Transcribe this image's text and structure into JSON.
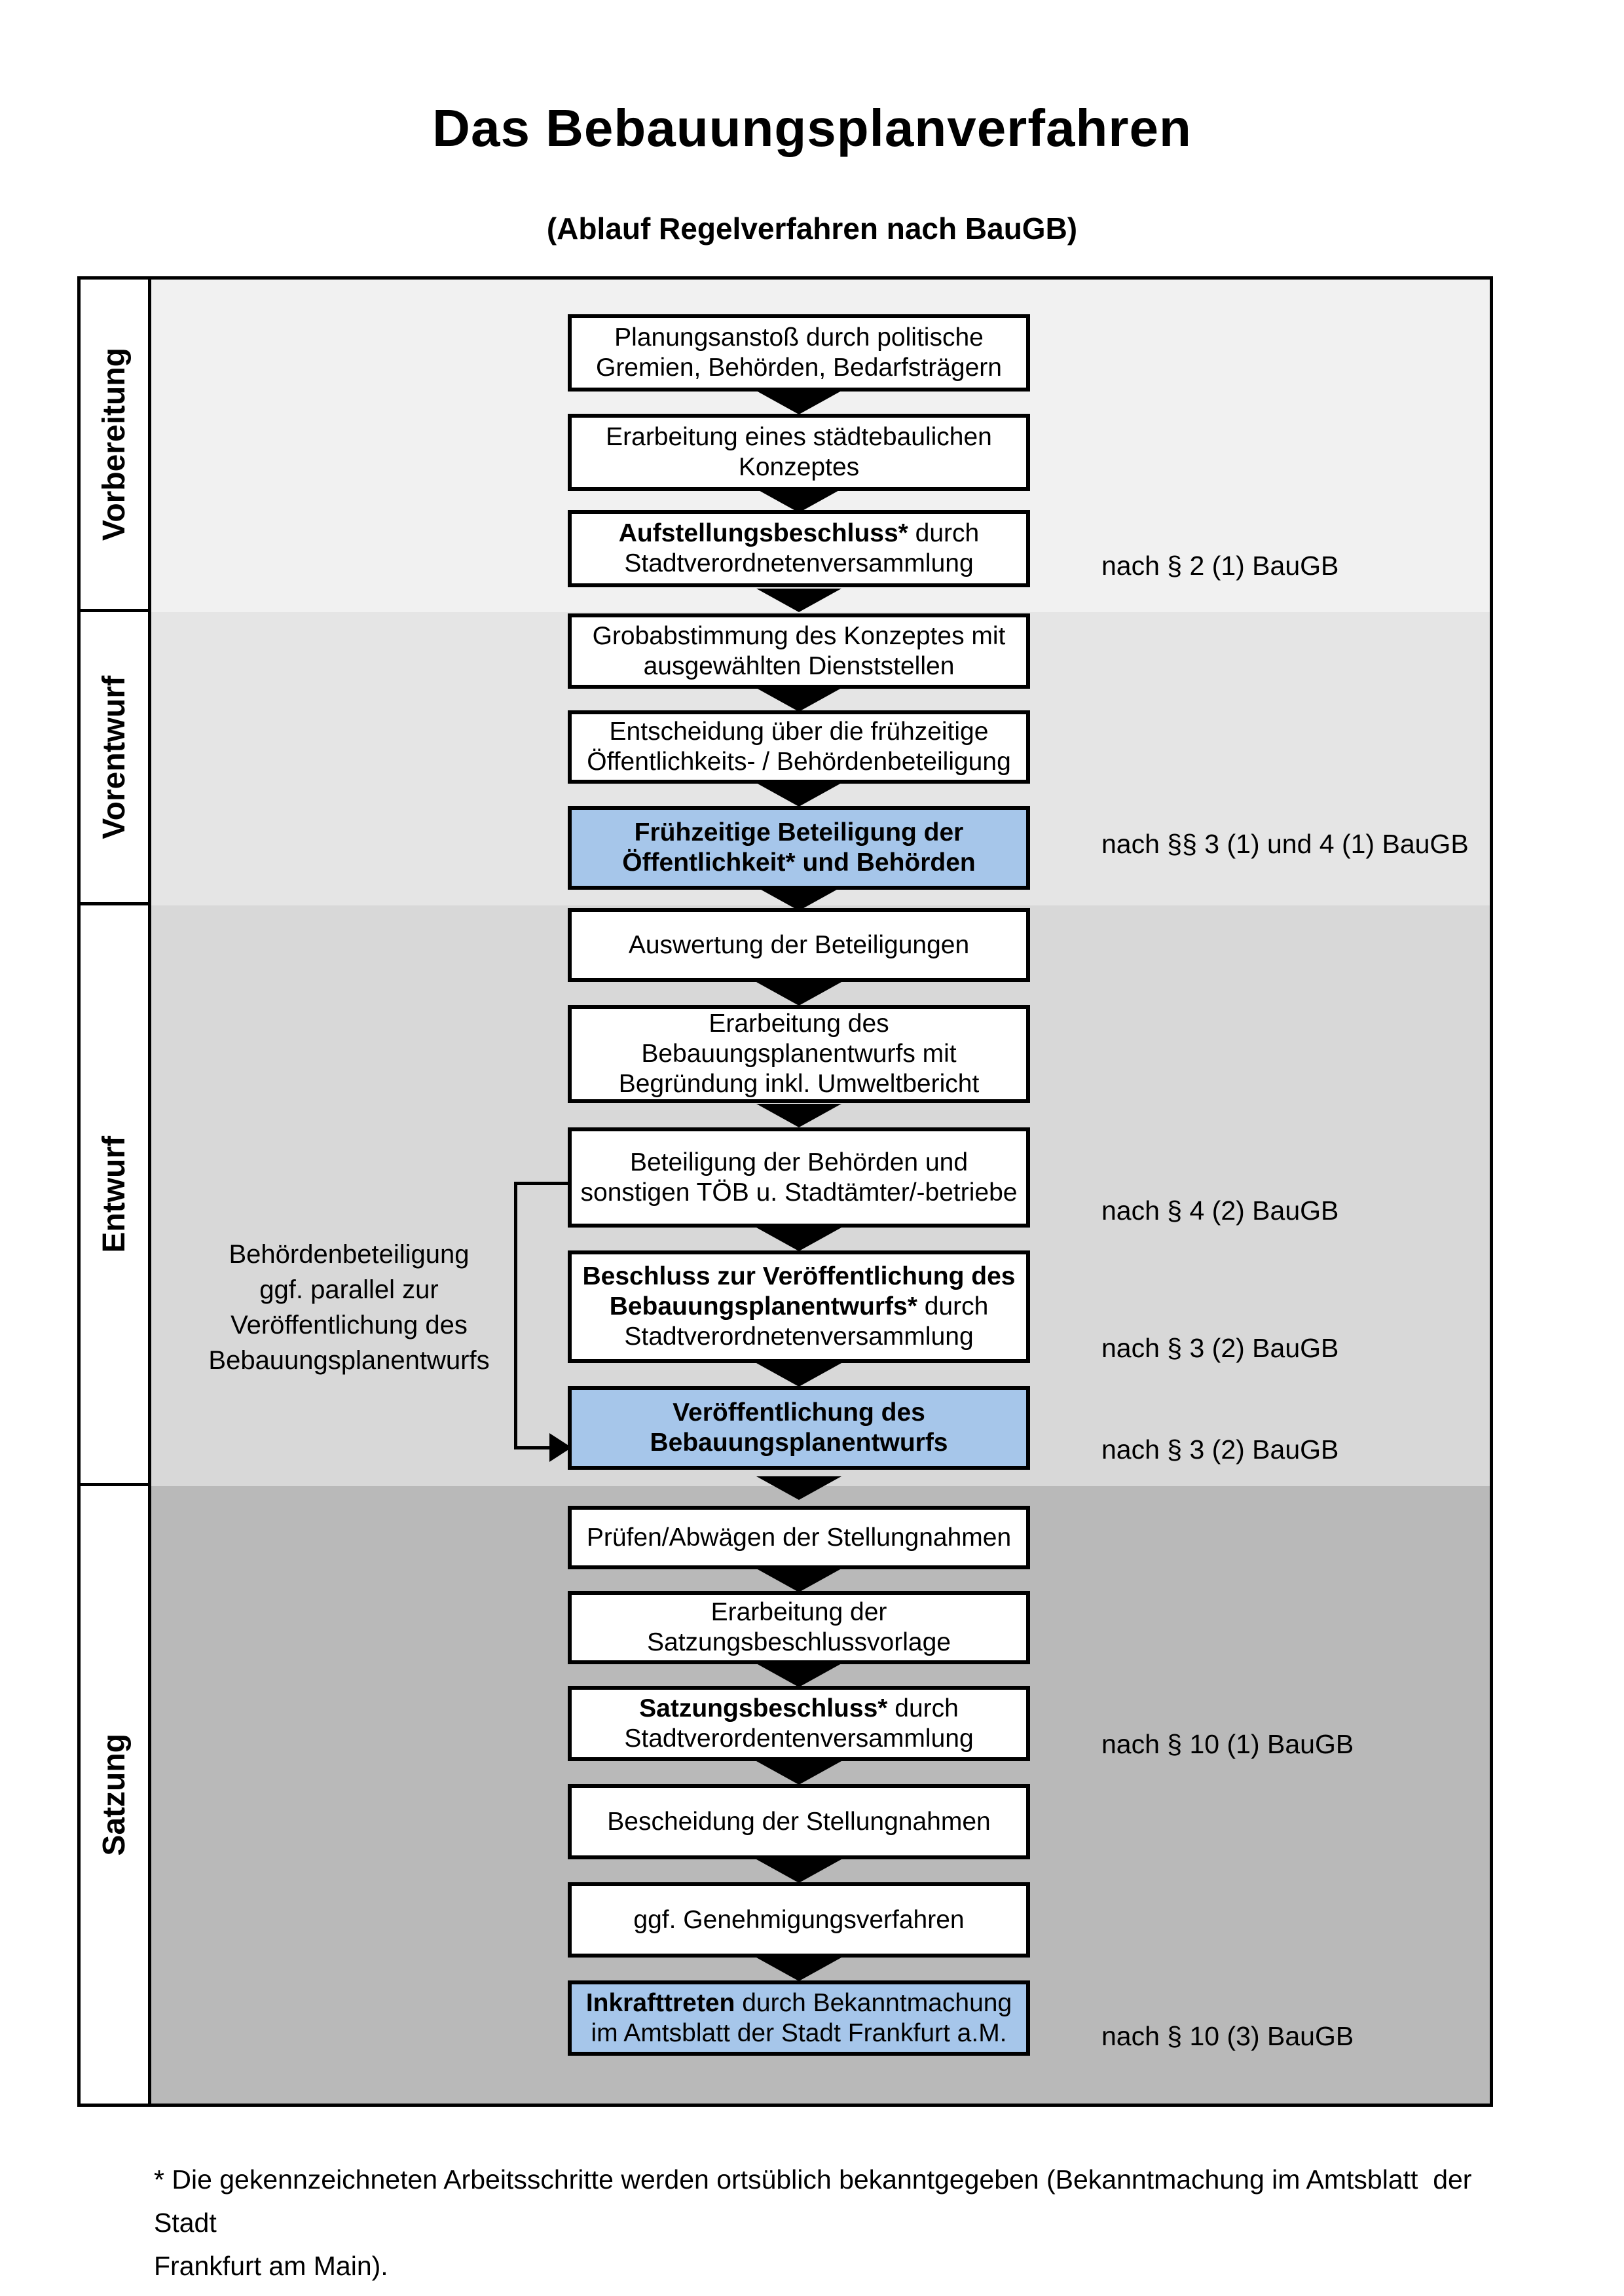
{
  "title": "Das Bebauungsplanverfahren",
  "subtitle": "(Ablauf Regelverfahren nach BauGB)",
  "colors": {
    "band_vorbereitung": "#f1f1f1",
    "band_vorentwurf": "#e5e5e5",
    "band_entwurf": "#d8d8d8",
    "band_satzung": "#b9b9b9",
    "highlight_box": "#a6c6ea",
    "box_background": "#ffffff",
    "box_border": "#000000",
    "arrow": "#000000"
  },
  "icons": {
    "flow-down-arrow": "solid black triangle pointing down",
    "parallel-right-arrow": "black arrowhead pointing right"
  },
  "phases": [
    {
      "label": "Vorbereitung"
    },
    {
      "label": "Vorentwurf"
    },
    {
      "label": "Entwurf"
    },
    {
      "label": "Satzung"
    }
  ],
  "steps": [
    {
      "phase": "Vorbereitung",
      "highlighted": false,
      "lines": [
        [
          [
            "Planungsanstoß durch politische",
            false
          ]
        ],
        [
          [
            "Gremien, Behörden, Bedarfsträgern",
            false
          ]
        ]
      ]
    },
    {
      "phase": "Vorbereitung",
      "highlighted": false,
      "lines": [
        [
          [
            "Erarbeitung eines städtebaulichen",
            false
          ]
        ],
        [
          [
            "Konzeptes",
            false
          ]
        ]
      ]
    },
    {
      "phase": "Vorbereitung",
      "highlighted": false,
      "lines": [
        [
          [
            "Aufstellungsbeschluss*",
            true
          ],
          [
            " durch",
            false
          ]
        ],
        [
          [
            "Stadtverordnetenversammlung",
            false
          ]
        ]
      ]
    },
    {
      "phase": "Vorentwurf",
      "highlighted": false,
      "lines": [
        [
          [
            "Grobabstimmung des Konzeptes mit",
            false
          ]
        ],
        [
          [
            "ausgewählten Dienststellen",
            false
          ]
        ]
      ]
    },
    {
      "phase": "Vorentwurf",
      "highlighted": false,
      "lines": [
        [
          [
            "Entscheidung über die frühzeitige",
            false
          ]
        ],
        [
          [
            "Öffentlichkeits- / Behördenbeteiligung",
            false
          ]
        ]
      ]
    },
    {
      "phase": "Vorentwurf",
      "highlighted": true,
      "lines": [
        [
          [
            "Frühzeitige Beteiligung der",
            true
          ]
        ],
        [
          [
            "Öffentlichkeit* und Behörden",
            true
          ]
        ]
      ]
    },
    {
      "phase": "Entwurf",
      "highlighted": false,
      "lines": [
        [
          [
            "Auswertung der Beteiligungen",
            false
          ]
        ]
      ]
    },
    {
      "phase": "Entwurf",
      "highlighted": false,
      "lines": [
        [
          [
            "Erarbeitung des",
            false
          ]
        ],
        [
          [
            "Bebauungsplanentwurfs mit",
            false
          ]
        ],
        [
          [
            "Begründung inkl. Umweltbericht",
            false
          ]
        ]
      ]
    },
    {
      "phase": "Entwurf",
      "highlighted": false,
      "lines": [
        [
          [
            "Beteiligung der Behörden und",
            false
          ]
        ],
        [
          [
            "sonstigen TÖB u. Stadtämter/-betriebe",
            false
          ]
        ]
      ]
    },
    {
      "phase": "Entwurf",
      "highlighted": false,
      "lines": [
        [
          [
            "Beschluss zur Veröffentlichung des",
            true
          ]
        ],
        [
          [
            "Bebauungsplanentwurfs*",
            true
          ],
          [
            " durch",
            false
          ]
        ],
        [
          [
            "Stadtverordnetenversammlung",
            false
          ]
        ]
      ]
    },
    {
      "phase": "Entwurf",
      "highlighted": true,
      "lines": [
        [
          [
            "Veröffentlichung des",
            true
          ]
        ],
        [
          [
            "Bebauungsplanentwurfs",
            true
          ]
        ]
      ]
    },
    {
      "phase": "Satzung",
      "highlighted": false,
      "lines": [
        [
          [
            "Prüfen/Abwägen der Stellungnahmen",
            false
          ]
        ]
      ]
    },
    {
      "phase": "Satzung",
      "highlighted": false,
      "lines": [
        [
          [
            "Erarbeitung der",
            false
          ]
        ],
        [
          [
            "Satzungsbeschlussvorlage",
            false
          ]
        ]
      ]
    },
    {
      "phase": "Satzung",
      "highlighted": false,
      "lines": [
        [
          [
            "Satzungsbeschluss*",
            true
          ],
          [
            " durch",
            false
          ]
        ],
        [
          [
            "Stadtverordentenversammlung",
            false
          ]
        ]
      ]
    },
    {
      "phase": "Satzung",
      "highlighted": false,
      "lines": [
        [
          [
            "Bescheidung der Stellungnahmen",
            false
          ]
        ]
      ]
    },
    {
      "phase": "Satzung",
      "highlighted": false,
      "lines": [
        [
          [
            "ggf. Genehmigungsverfahren",
            false
          ]
        ]
      ]
    },
    {
      "phase": "Satzung",
      "highlighted": true,
      "lines": [
        [
          [
            "Inkrafttreten",
            true
          ],
          [
            " durch Bekanntmachung",
            false
          ]
        ],
        [
          [
            "im Amtsblatt der Stadt Frankfurt a.M.",
            false
          ]
        ]
      ]
    }
  ],
  "references": [
    {
      "text": "nach § 2 (1) BauGB",
      "step": 3
    },
    {
      "text": "nach §§ 3 (1) und 4 (1) BauGB",
      "step": 6
    },
    {
      "text": "nach § 4 (2) BauGB",
      "step": 9
    },
    {
      "text": "nach § 3 (2) BauGB",
      "step": 10
    },
    {
      "text": "nach § 3 (2) BauGB",
      "step": 11
    },
    {
      "text": "nach § 10 (1) BauGB",
      "step": 14
    },
    {
      "text": "nach § 10 (3) BauGB",
      "step": 17
    },
    {
      "law": "BauGB"
    }
  ],
  "side_note": {
    "lines": [
      "Behördenbeteiligung",
      "ggf. parallel zur",
      "Veröffentlichung des",
      "Bebauungsplanentwurfs"
    ]
  },
  "footnote": "* Die gekennzeichneten Arbeitsschritte werden ortsüblich bekanntgegeben (Bekanntmachung im Amtsblatt  der Stadt\nFrankfurt am Main)."
}
